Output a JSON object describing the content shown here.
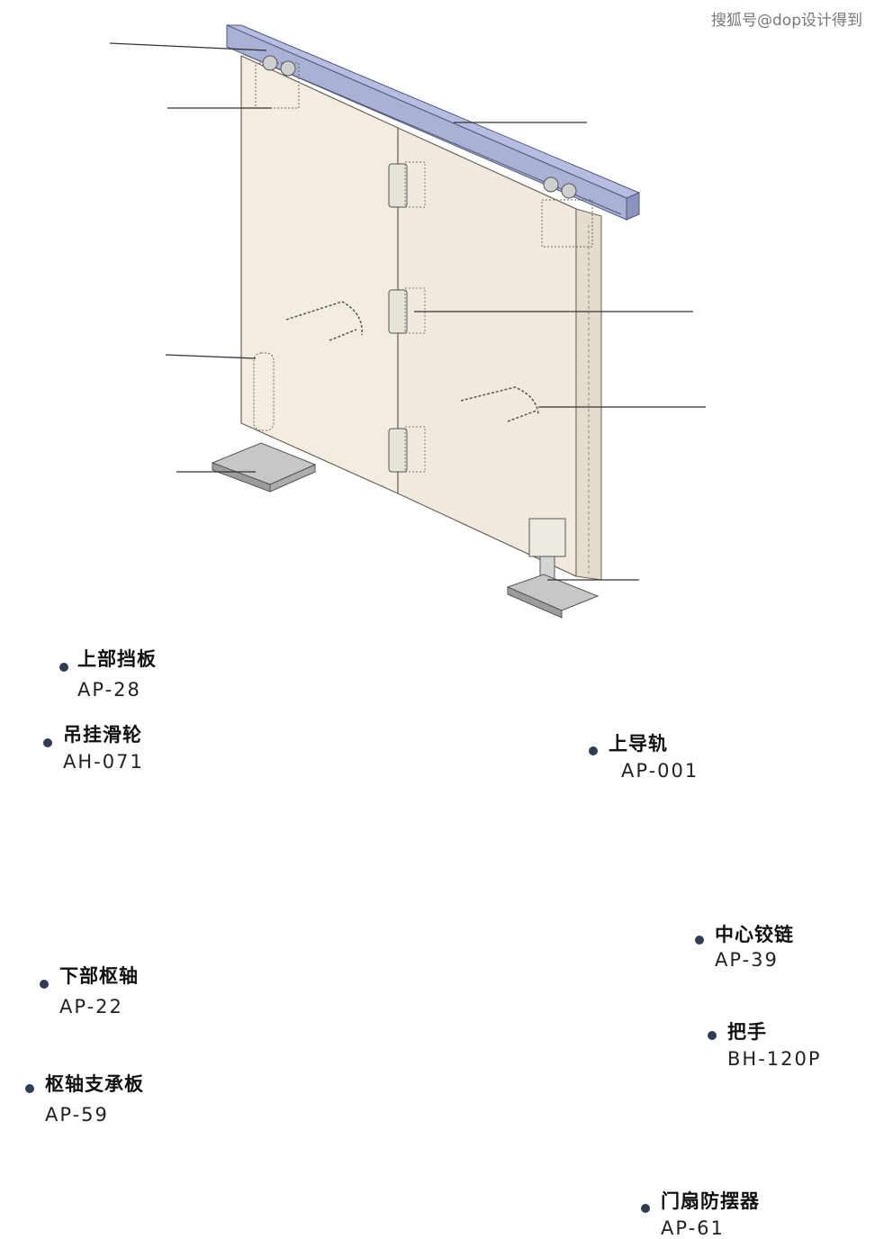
{
  "watermark": "搜狐号@dop设计得到",
  "labels": {
    "top_stop": {
      "name": "上部挡板",
      "code": "AP-28"
    },
    "hanger": {
      "name": "吊挂滑轮",
      "code": "AH-071"
    },
    "rail": {
      "name": "上导轨",
      "code": "AP-001"
    },
    "hinge": {
      "name": "中心铰链",
      "code": "AP-39"
    },
    "pivot": {
      "name": "下部枢轴",
      "code": "AP-22"
    },
    "handle": {
      "name": "把手",
      "code": "BH-120P"
    },
    "pivot_plate": {
      "name": "枢轴支承板",
      "code": "AP-59"
    },
    "door_guide": {
      "name": "门扇防摆器",
      "code": "AP-61"
    }
  },
  "colors": {
    "rail": "#a9b1d6",
    "panel": "#f3ece1",
    "line": "#333333",
    "dot": "#2f3c52"
  }
}
